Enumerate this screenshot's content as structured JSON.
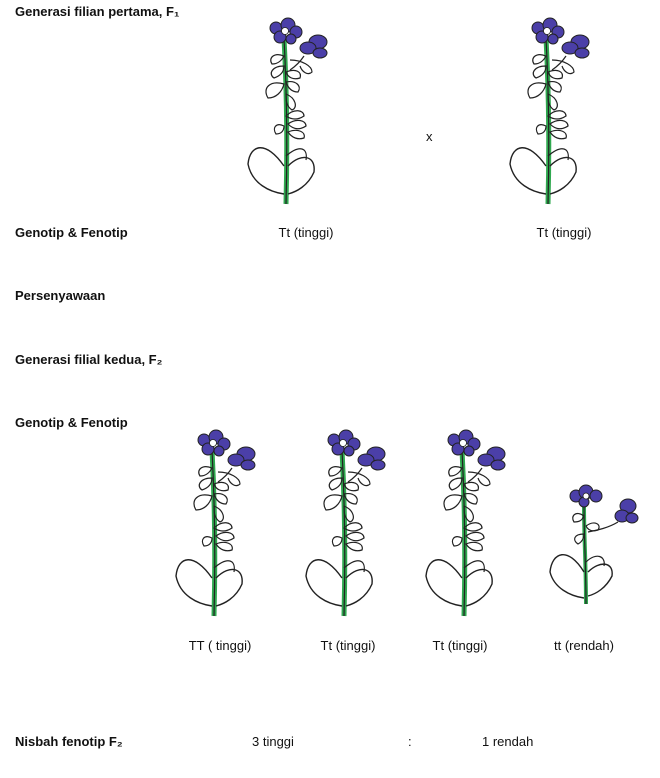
{
  "labels": {
    "f1_title": "Generasi filian pertama, F₁",
    "genotype_1": "Genotip & Fenotip",
    "mating": "Persenyawaan",
    "f2_title": "Generasi filial kedua, F₂",
    "genotype_2": "Genotip & Fenotip",
    "ratio_label": "Nisbah fenotip F₂"
  },
  "cross_symbol": "x",
  "f1": {
    "parents": [
      {
        "genotype": "Tt (tinggi)",
        "icon": "tall-flower-plant"
      },
      {
        "genotype": "Tt (tinggi)",
        "icon": "tall-flower-plant"
      }
    ]
  },
  "f2": {
    "offspring": [
      {
        "genotype": "TT ( tinggi)",
        "icon": "tall-flower-plant"
      },
      {
        "genotype": "Tt (tinggi)",
        "icon": "tall-flower-plant"
      },
      {
        "genotype": "Tt (tinggi)",
        "icon": "tall-flower-plant"
      },
      {
        "genotype": "tt (rendah)",
        "icon": "short-flower-plant"
      }
    ]
  },
  "ratio": {
    "tall": "3 tinggi",
    "separator": ":",
    "short": "1 rendah"
  },
  "colors": {
    "flower": "#4b3fa8",
    "stem": "#2fa84f",
    "outline": "#222222"
  }
}
